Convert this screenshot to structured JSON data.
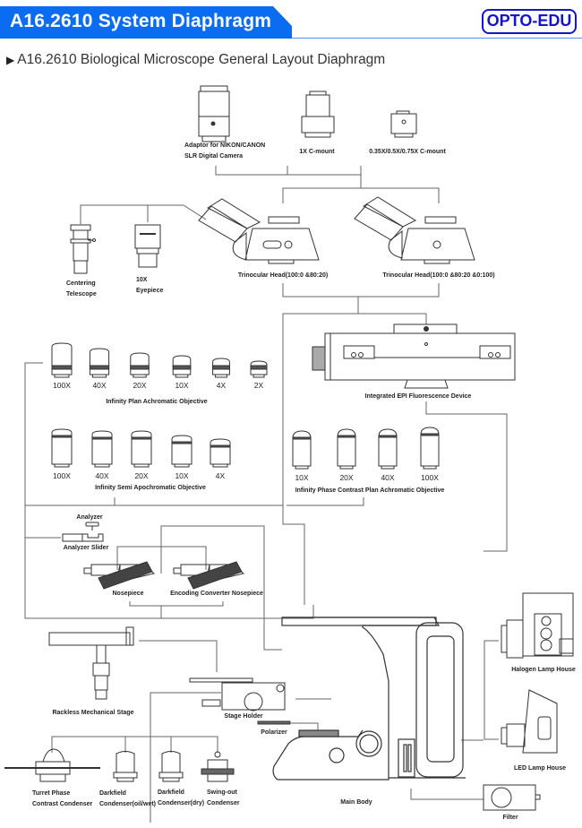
{
  "header": {
    "title": "A16.2610 System Diaphragm",
    "logo": "OPTO-EDU",
    "accent_color": "#0a6cf0",
    "logo_color": "#1414c8"
  },
  "subtitle": {
    "bullet_icon": "play-triangle-icon",
    "text": "A16.2610 Biological Microscope General Layout Diaphragm"
  },
  "components": {
    "slr_adaptor": {
      "line1": "Adaptor for NIKON/CANON",
      "line2": "SLR Digital Camera"
    },
    "c_mount_1x": "1X C-mount",
    "c_mount_reduced": "0.35X/0.5X/0.75X C-mount",
    "centering_telescope": {
      "line1": "Centering",
      "line2": "Telescope"
    },
    "eyepiece": {
      "line1": "10X",
      "line2": "Eyepiece"
    },
    "trinocular_head_a": "Trinocular Head(100:0 &80:20)",
    "trinocular_head_b": "Trinocular Head(100:0 &80:20 &0:100)",
    "epi_fluorescence": "Integrated EPI Fluorescence Device",
    "plan_achromatic": {
      "label": "Infinity Plan Achromatic Objective",
      "mags": [
        "100X",
        "40X",
        "20X",
        "10X",
        "4X",
        "2X"
      ]
    },
    "semi_apochromatic": {
      "label": "Infinity Semi Apochromatic Objective",
      "mags": [
        "100X",
        "40X",
        "20X",
        "10X",
        "4X"
      ]
    },
    "phase_contrast": {
      "label": "Infinity Phase Contrast Plan Achromatic Objective",
      "mags": [
        "10X",
        "20X",
        "40X",
        "100X"
      ]
    },
    "analyzer": "Analyzer",
    "analyzer_slider": "Analyzer Slider",
    "nosepiece": "Nosepiece",
    "encoding_nosepiece": "Encoding Converter Nosepiece",
    "mechanical_stage": "Rackless Mechanical Stage",
    "stage_holder": "Stage Holder",
    "polarizer": "Polarizer",
    "main_body": "Main Body",
    "halogen_lamp": "Halogen Lamp House",
    "led_lamp": "LED Lamp House",
    "filter": "Filter",
    "turret_condenser": {
      "line1": "Turret Phase",
      "line2": "Contrast Condenser"
    },
    "darkfield_oil": {
      "line1": "Darkfield",
      "line2": "Condenser(oil/wet)"
    },
    "darkfield_dry": {
      "line1": "Darkfield",
      "line2": "Condenser(dry)"
    },
    "swing_out": {
      "line1": "Swing-out",
      "line2": "Condenser"
    }
  }
}
